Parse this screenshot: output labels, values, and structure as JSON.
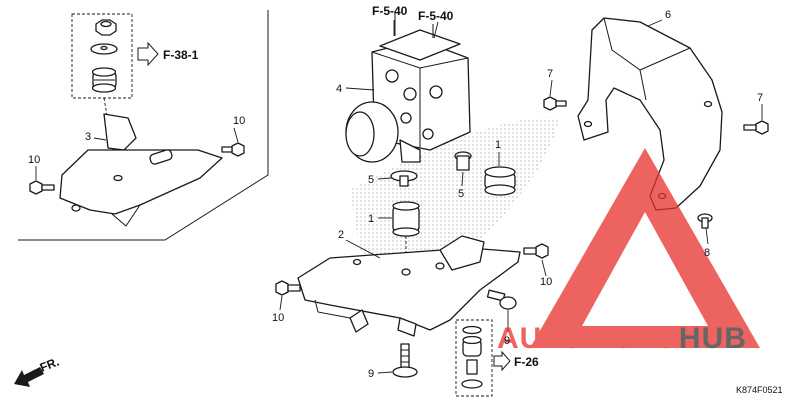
{
  "diagram": {
    "callouts": {
      "c1a": "1",
      "c1b": "1",
      "c2": "2",
      "c3": "3",
      "c4": "4",
      "c5a": "5",
      "c5b": "5",
      "c6": "6",
      "c7a": "7",
      "c7b": "7",
      "c8": "8",
      "c9a": "9",
      "c9b": "9",
      "c10a": "10",
      "c10b": "10",
      "c10c": "10",
      "c10d": "10"
    },
    "references": {
      "f540a": "F-5-40",
      "f540b": "F-5-40",
      "f381": "F-38-1",
      "f26": "F-26"
    },
    "direction_label": "FR.",
    "diagram_code": "K874F0521"
  },
  "watermark": {
    "text_red": "AUTOMOTO",
    "text_dark": "HUB",
    "color_red": "#e8302a",
    "color_dark": "#333333"
  }
}
